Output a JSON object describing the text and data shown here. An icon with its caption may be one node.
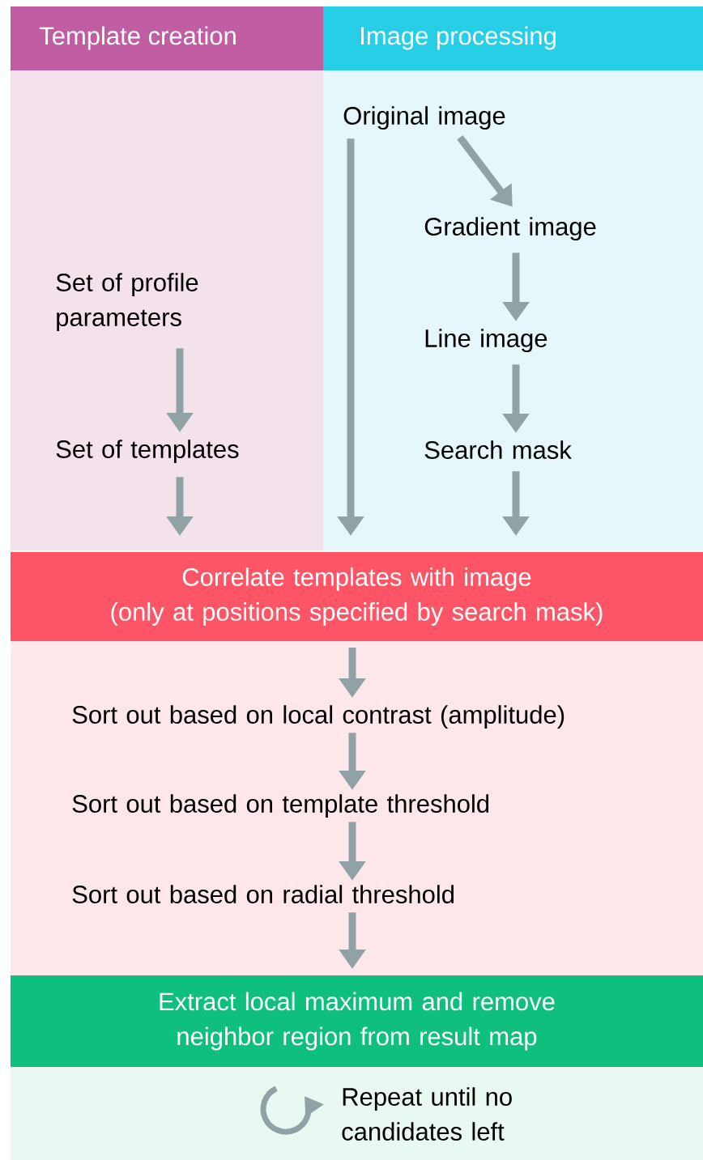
{
  "diagram": {
    "nodes": [
      {
        "text": [
          "Template creation"
        ]
      },
      {
        "text": [
          "Set of profile parameters"
        ],
        "in": 0
      },
      {
        "text": [
          "Set of templates"
        ],
        "in": 0
      },
      {
        "text": [
          "Image processing"
        ]
      },
      {
        "text": [
          "Original image"
        ],
        "in": 3
      },
      {
        "text": [
          "Gradient image"
        ],
        "in": 3
      },
      {
        "text": [
          "Line image"
        ],
        "in": 3
      },
      {
        "text": [
          "Search mask"
        ],
        "in": 3
      },
      {
        "text": [
          "Correlate templates with image",
          "(only at positions specified by search mask)"
        ]
      },
      {
        "text": [
          "Sort out based on local contrast (amplitude)"
        ]
      },
      {
        "text": [
          "Sort out based on template threshold"
        ]
      },
      {
        "text": [
          "Sort out based on radial threshold"
        ]
      },
      {
        "text": [
          "Extract local maximum and remove neighbor region from result map"
        ]
      },
      {
        "text": [
          "Repeat until no candidates left"
        ]
      }
    ],
    "edges": [
      {
        "from": 1,
        "to": 2,
        "arrow": "to"
      },
      {
        "from": 2,
        "to": 8,
        "arrow": "to"
      },
      {
        "from": 4,
        "to": 5,
        "arrow": "to"
      },
      {
        "from": 5,
        "to": 6,
        "arrow": "to"
      },
      {
        "from": 6,
        "to": 7,
        "arrow": "to"
      },
      {
        "from": 7,
        "to": 8,
        "arrow": "to"
      },
      {
        "from": 4,
        "to": 8,
        "arrow": "to"
      },
      {
        "from": 8,
        "to": 9,
        "arrow": "to"
      },
      {
        "from": 9,
        "to": 10,
        "arrow": "to"
      },
      {
        "from": 10,
        "to": 11,
        "arrow": "to"
      },
      {
        "from": 11,
        "to": 12,
        "arrow": "to"
      }
    ]
  }
}
